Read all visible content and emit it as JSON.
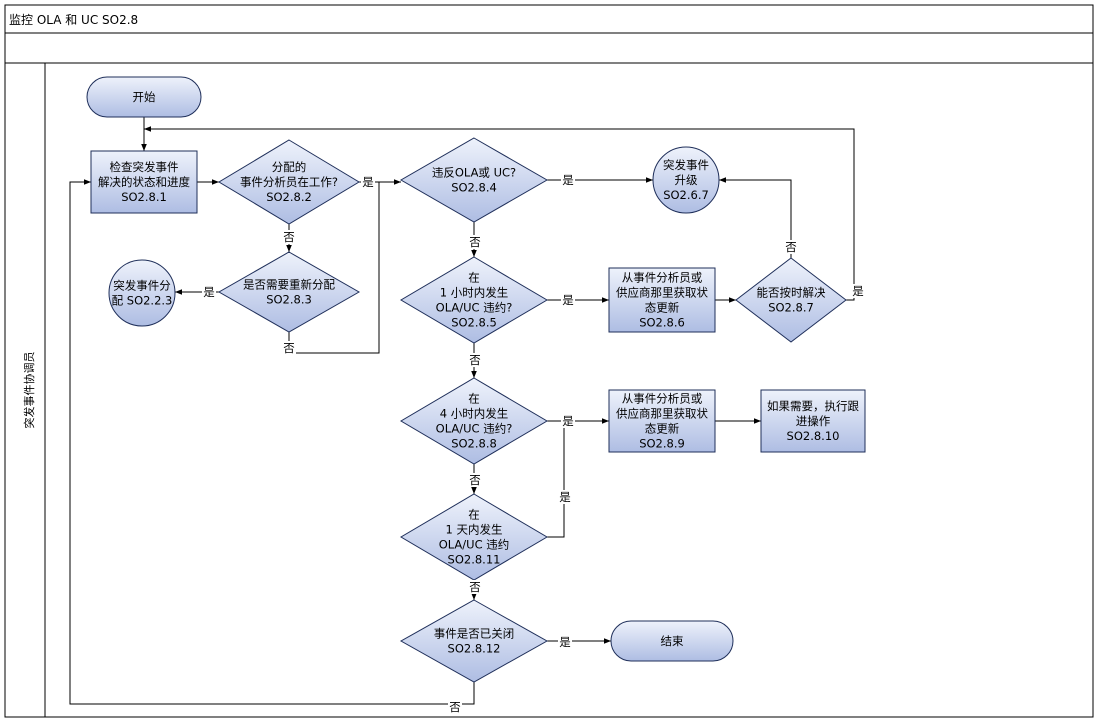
{
  "header": {
    "title": "监控 OLA 和 UC SO2.8",
    "lane_label": "突发事件协调员"
  },
  "colors": {
    "shape_fill_top": "#eef2fb",
    "shape_fill_bottom": "#aebde3",
    "shape_stroke": "#1f2f5a",
    "line": "#000000"
  },
  "nodes": {
    "start": {
      "lines": [
        "开始"
      ]
    },
    "n281": {
      "lines": [
        "检查突发事件",
        "解决的状态和进度",
        "SO2.8.1"
      ]
    },
    "n282": {
      "lines": [
        "分配的",
        "事件分析员在工作?",
        "SO2.8.2"
      ]
    },
    "n283": {
      "lines": [
        "是否需要重新分配",
        "SO2.8.3"
      ]
    },
    "n223": {
      "lines": [
        "突发事件分",
        "配 SO2.2.3"
      ]
    },
    "n284": {
      "lines": [
        "违反OLA或  UC?",
        "SO2.8.4"
      ]
    },
    "n267": {
      "lines": [
        "突发事件",
        "升级",
        "SO2.6.7"
      ]
    },
    "n285": {
      "lines": [
        "在",
        "1 小时内发生",
        "OLA/UC 违约?",
        "SO2.8.5"
      ]
    },
    "n286": {
      "lines": [
        "从事件分析员或",
        "供应商那里获取状",
        "态更新",
        "SO2.8.6"
      ]
    },
    "n287": {
      "lines": [
        "能否按时解决",
        "SO2.8.7"
      ]
    },
    "n288": {
      "lines": [
        "在",
        "4 小时内发生",
        "OLA/UC 违约?",
        "SO2.8.8"
      ]
    },
    "n289": {
      "lines": [
        "从事件分析员或",
        "供应商那里获取状",
        "态更新",
        "SO2.8.9"
      ]
    },
    "n2810": {
      "lines": [
        "如果需要，执行跟",
        "进操作",
        "SO2.8.10"
      ]
    },
    "n2811": {
      "lines": [
        "在",
        "1 天内发生",
        "OLA/UC 违约",
        "SO2.8.11"
      ]
    },
    "n2812": {
      "lines": [
        "事件是否已关闭",
        "SO2.8.12"
      ]
    },
    "end": {
      "lines": [
        "结束"
      ]
    }
  },
  "edge_labels": {
    "e282_yes": "是",
    "e282_no": "否",
    "e283_yes": "是",
    "e283_no": "否",
    "e284_yes": "是",
    "e284_no": "否",
    "e285_yes": "是",
    "e285_no": "否",
    "e287_yes": "是",
    "e287_no": "否",
    "e288_yes": "是",
    "e288_no": "否",
    "e2811_yes": "是",
    "e2811_no": "否",
    "e2812_yes": "是",
    "e2812_no": "否"
  }
}
